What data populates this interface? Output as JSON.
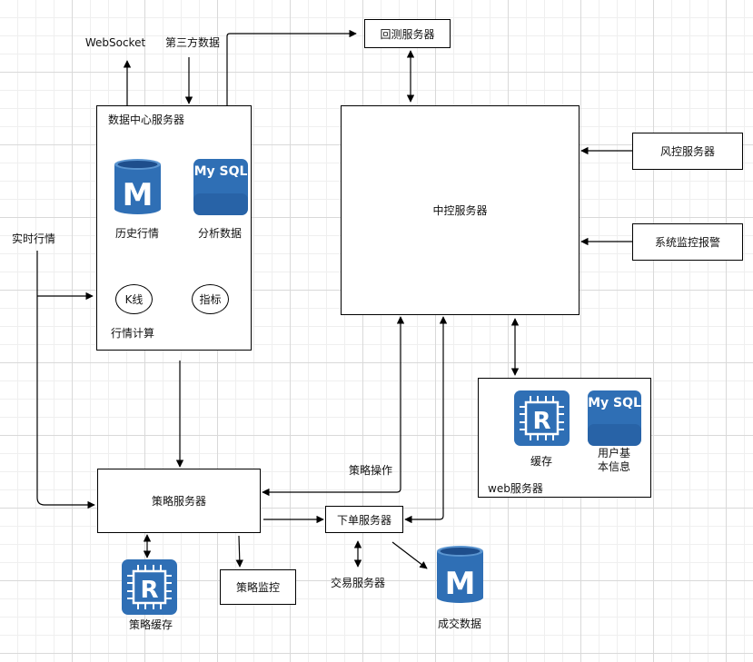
{
  "colors": {
    "icon_blue": "#2f6fb5",
    "icon_blue_dark": "#1e4e8c",
    "line": "#000000"
  },
  "external": {
    "websocket": "WebSocket",
    "third_party": "第三方数据",
    "realtime_quotes": "实时行情"
  },
  "data_center": {
    "title": "数据中心服务器",
    "history_quotes": "历史行情",
    "analysis_data": "分析数据",
    "kline": "K线",
    "indicator": "指标",
    "quote_calc": "行情计算",
    "mysql_text": "My SQL",
    "mongo_text": "M"
  },
  "backtest": {
    "title": "回测服务器"
  },
  "central": {
    "title": "中控服务器"
  },
  "risk": {
    "title": "风控服务器"
  },
  "monitor": {
    "title": "系统监控报警"
  },
  "web": {
    "title": "web服务器",
    "cache": "缓存",
    "user_info_line1": "用户基",
    "user_info_line2": "本信息",
    "redis_text": "R",
    "mysql_text": "My SQL"
  },
  "strategy": {
    "title": "策略服务器",
    "operation": "策略操作",
    "cache": "策略缓存",
    "monitor": "策略监控",
    "redis_text": "R"
  },
  "order": {
    "title": "下单服务器",
    "trade_server": "交易服务器",
    "deal_data": "成交数据",
    "mongo_text": "M"
  }
}
